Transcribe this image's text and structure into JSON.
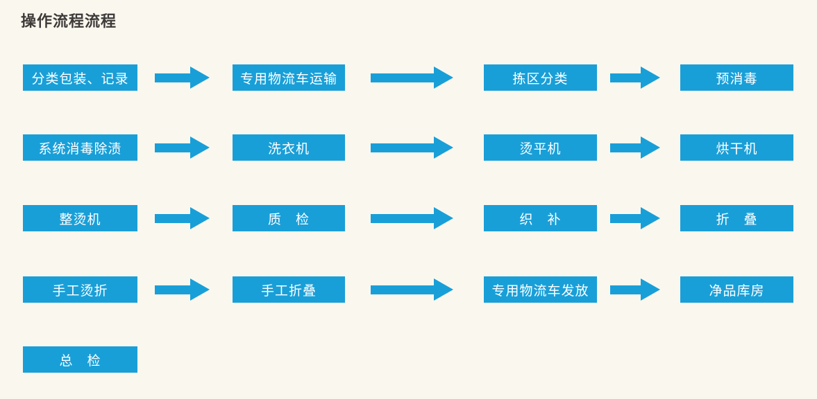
{
  "title": "操作流程流程",
  "colors": {
    "accent": "#199fd8",
    "background": "#faf8ee",
    "title_text": "#3e3a39",
    "node_text": "#ffffff"
  },
  "flow": {
    "rows": [
      {
        "nodes": [
          {
            "label": "分类包装、记录"
          },
          {
            "label": "专用物流车运输"
          },
          {
            "label": "拣区分类"
          },
          {
            "label": "预消毒"
          }
        ]
      },
      {
        "nodes": [
          {
            "label": "系统消毒除渍"
          },
          {
            "label": "洗衣机"
          },
          {
            "label": "烫平机"
          },
          {
            "label": "烘干机"
          }
        ]
      },
      {
        "nodes": [
          {
            "label": "整烫机"
          },
          {
            "label": "质　检"
          },
          {
            "label": "织　补"
          },
          {
            "label": "折　叠"
          }
        ]
      },
      {
        "nodes": [
          {
            "label": "手工烫折"
          },
          {
            "label": "手工折叠"
          },
          {
            "label": "专用物流车发放"
          },
          {
            "label": "净品库房"
          }
        ]
      },
      {
        "nodes": [
          {
            "label": "总　检"
          }
        ]
      }
    ]
  }
}
